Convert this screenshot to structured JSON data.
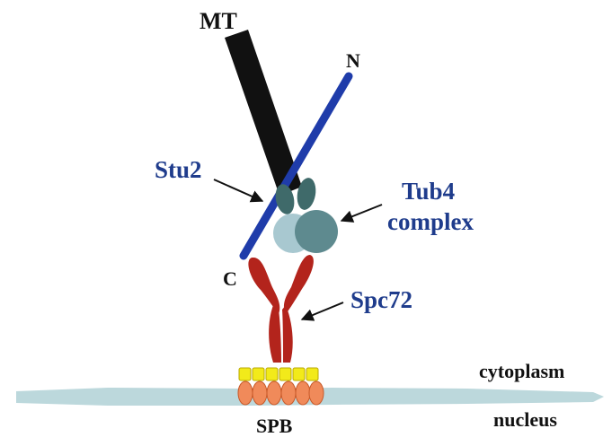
{
  "labels": {
    "mt": "MT",
    "n_terminus": "N",
    "c_terminus": "C",
    "stu2": "Stu2",
    "tub4_line1": "Tub4",
    "tub4_line2": "complex",
    "spc72": "Spc72",
    "cytoplasm": "cytoplasm",
    "nucleus": "nucleus",
    "spb": "SPB"
  },
  "colors": {
    "microtubule": "#111111",
    "stu2_rod": "#1f3caa",
    "tub4_light": "#a8c8d0",
    "tub4_dark": "#5e8a8f",
    "tub4_top": "#3f6a6a",
    "spc72": "#b3241c",
    "membrane": "#bcd8dc",
    "spb_yellow": "#f2ea1a",
    "spb_orange": "#f08a5a",
    "label_blue": "#1f3c8c",
    "label_black": "#111111"
  }
}
